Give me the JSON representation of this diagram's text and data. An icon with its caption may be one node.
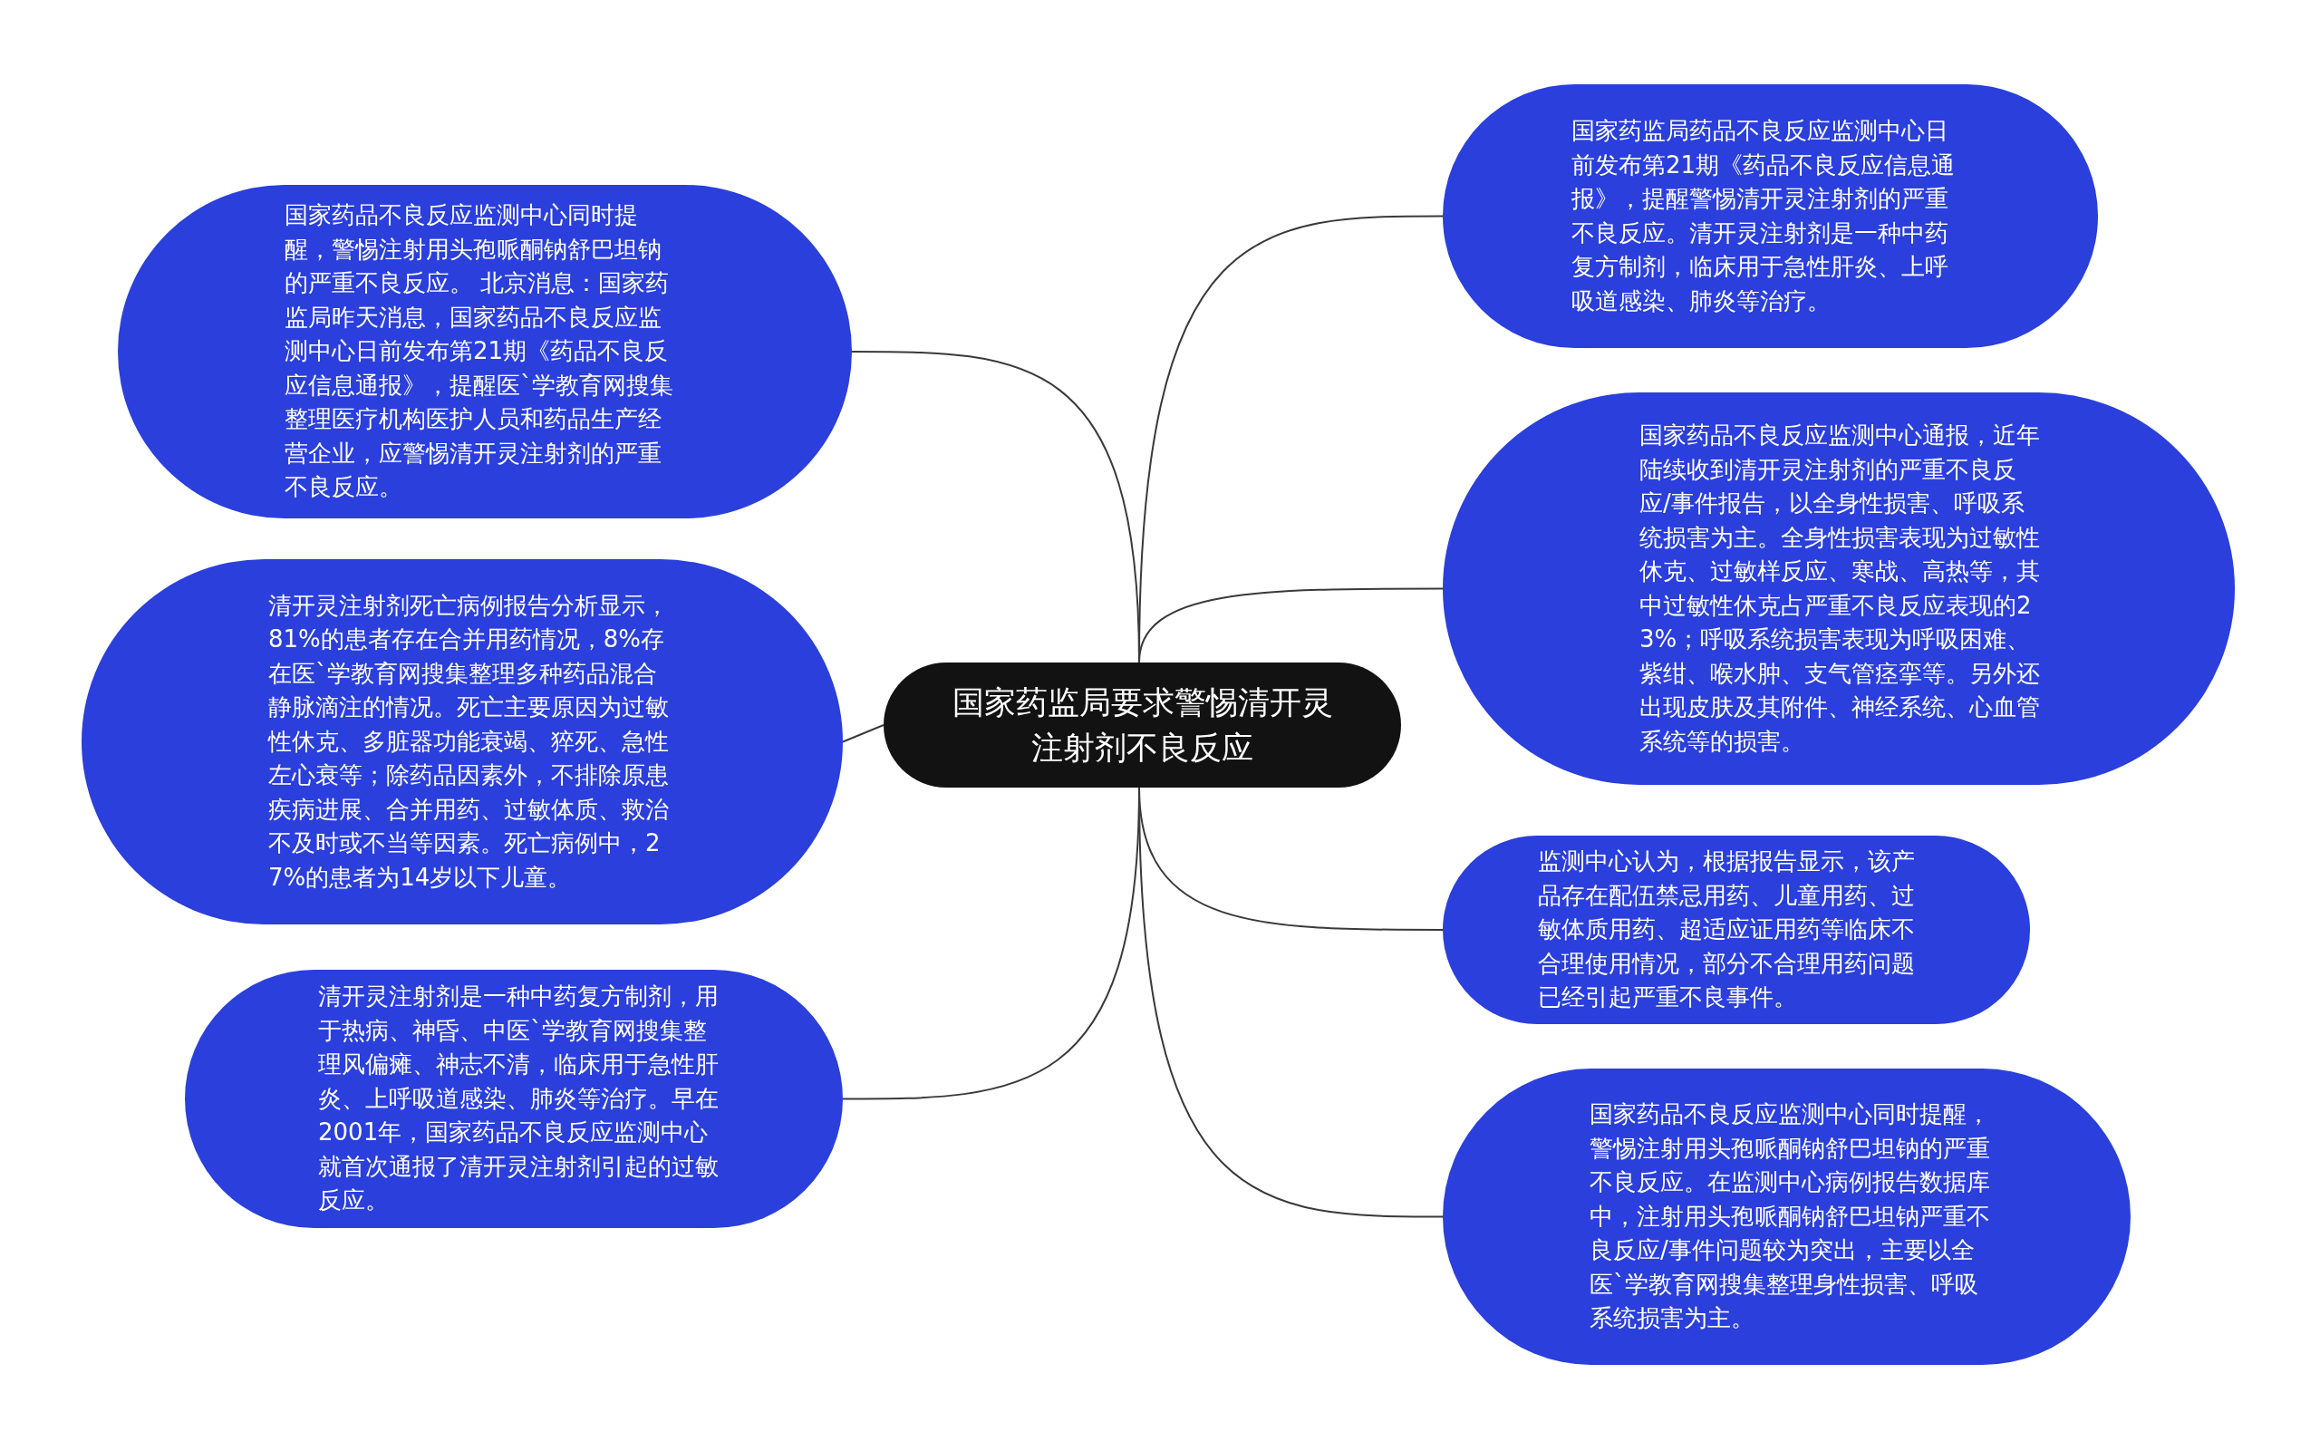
{
  "diagram": {
    "nodes": [
      {
        "text": [
          "国家药监局要求警惕清开灵注射剂不良反应"
        ]
      },
      {
        "text": [
          "国家药品不良反应监测中心同时提醒，警惕注射用头孢哌酮钠舒巴坦钠的严重不良反应。 北京消息：国家药监局昨天消息，国家药品不良反应监测中心日前发布第21期《药品不良反应信息通报》，提醒医`学教育网搜集整理医疗机构医护人员和药品生产经营企业，应警惕清开灵注射剂的严重不良反应。"
        ]
      },
      {
        "text": [
          "清开灵注射剂死亡病例报告分析显示，81%的患者存在合并用药情况，8%存在医`学教育网搜集整理多种药品混合静脉滴注的情况。死亡主要原因为过敏性休克、多脏器功能衰竭、猝死、急性左心衰等；除药品因素外，不排除原患疾病进展、合并用药、过敏体质、救治不及时或不当等因素。死亡病例中，27%的患者为14岁以下儿童。"
        ]
      },
      {
        "text": [
          "清开灵注射剂是一种中药复方制剂，用于热病、神昏、中医`学教育网搜集整理风偏瘫、神志不清，临床用于急性肝炎、上呼吸道感染、肺炎等治疗。早在2001年，国家药品不良反应监测中心就首次通报了清开灵注射剂引起的过敏反应。"
        ]
      },
      {
        "text": [
          "国家药监局药品不良反应监测中心日前发布第21期《药品不良反应信息通报》，提醒警惕清开灵注射剂的严重不良反应。清开灵注射剂是一种中药复方制剂，临床用于急性肝炎、上呼吸道感染、肺炎等治疗。"
        ]
      },
      {
        "text": [
          "国家药品不良反应监测中心通报，近年陆续收到清开灵注射剂的严重不良反应/事件报告，以全身性损害、呼吸系统损害为主。全身性损害表现为过敏性休克、过敏样反应、寒战、高热等，其中过敏性休克占严重不良反应表现的23%；呼吸系统损害表现为呼吸困难、紫绀、喉水肿、支气管痉挛等。另外还出现皮肤及其附件、神经系统、心血管系统等的损害。"
        ]
      },
      {
        "text": [
          "监测中心认为，根据报告显示，该产品存在配伍禁忌用药、儿童用药、过敏体质用药、超适应证用药等临床不合理使用情况，部分不合理用药问题已经引起严重不良事件。"
        ]
      },
      {
        "text": [
          "国家药品不良反应监测中心同时提醒，警惕注射用头孢哌酮钠舒巴坦钠的严重不良反应。在监测中心病例报告数据库中，注射用头孢哌酮钠舒巴坦钠严重不良反应/事件问题较为突出，主要以全医`学教育网搜集整理身性损害、呼吸系统损害为主。"
        ]
      }
    ],
    "edges": [
      {
        "from": 0,
        "to": 1,
        "arrow": "none"
      },
      {
        "from": 0,
        "to": 2,
        "arrow": "none"
      },
      {
        "from": 0,
        "to": 3,
        "arrow": "none"
      },
      {
        "from": 0,
        "to": 4,
        "arrow": "none"
      },
      {
        "from": 0,
        "to": 5,
        "arrow": "none"
      },
      {
        "from": 0,
        "to": 6,
        "arrow": "none"
      },
      {
        "from": 0,
        "to": 7,
        "arrow": "none"
      }
    ]
  }
}
